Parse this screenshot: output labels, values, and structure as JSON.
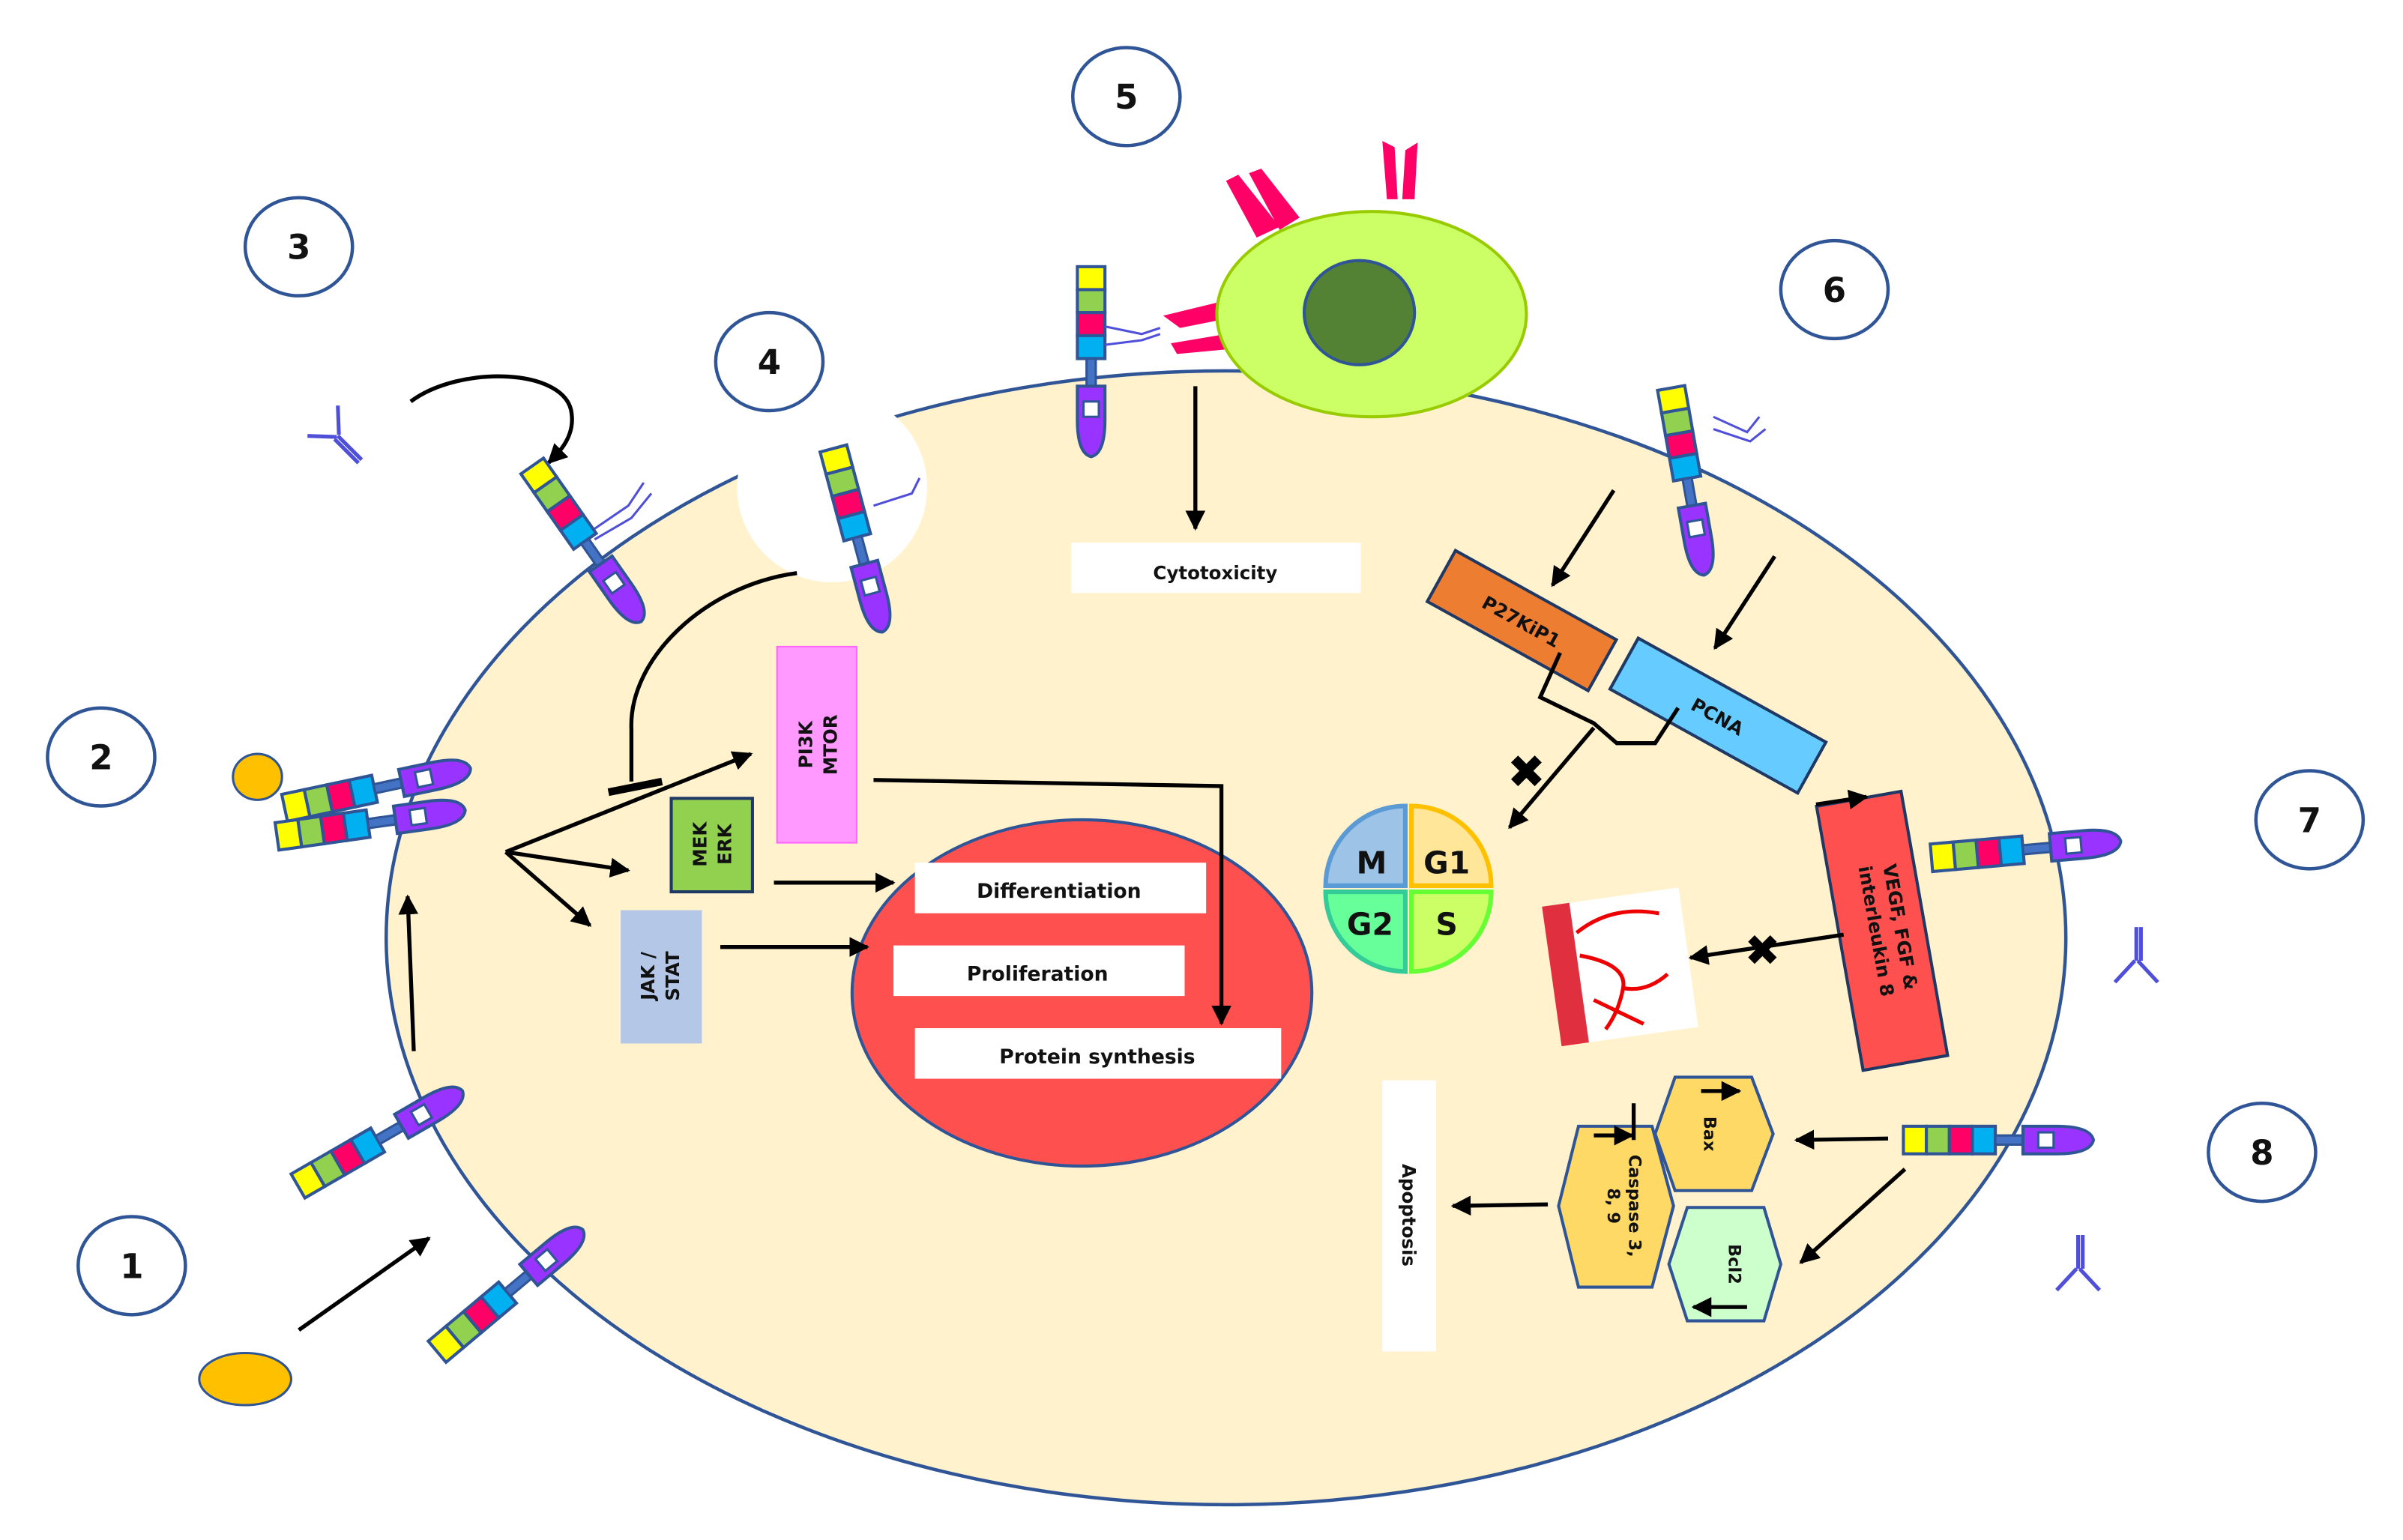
{
  "figure": {
    "type": "mechanism-diagram",
    "subject": "Receptor-targeted antibody mechanisms of action on a tumor cell"
  },
  "step_markers": [
    "1",
    "2",
    "3",
    "4",
    "5",
    "6",
    "7",
    "8"
  ],
  "pathways": {
    "pi3k": [
      "PI3K",
      "MTOR"
    ],
    "mek": [
      "MEK",
      "ERK"
    ],
    "jak": [
      "JAK /",
      "STAT"
    ]
  },
  "nucleus_outcomes": [
    "Differentiation",
    "Proliferation",
    "Protein synthesis"
  ],
  "cytotoxicity": "Cytotoxicity",
  "cell_cycle": {
    "blockers": [
      "P27KiP1",
      "PCNA"
    ],
    "phases": [
      "M",
      "G1",
      "G2",
      "S"
    ]
  },
  "angiogenesis": {
    "factors": [
      "VEGF, FGF &",
      "interleukin 8"
    ]
  },
  "apoptosis": {
    "label": "Apoptosis",
    "caspase": [
      "Caspase 3,",
      "8, 9"
    ],
    "bax": "Bax",
    "bcl2": "Bcl2"
  },
  "colors": {
    "cytoplasm": "#FFF2CC",
    "membrane": "#2F5597",
    "nucleus": "#FF5050",
    "pi3k": "#FF99FF",
    "mek": "#92D050",
    "jak": "#B4C7E7",
    "p27": "#ED7D31",
    "pcna": "#66CCFF",
    "vegf": "#FF5050",
    "caspase": "#FFD966",
    "bcl2": "#CCFFCC",
    "nk_cell": "#CCFF66",
    "nk_nucleus": "#548235",
    "ligand": "#FFC000",
    "antibody": "#4F4FD9",
    "fc_receptor": "#FF0066",
    "receptor_kinase": "#9933FF"
  }
}
